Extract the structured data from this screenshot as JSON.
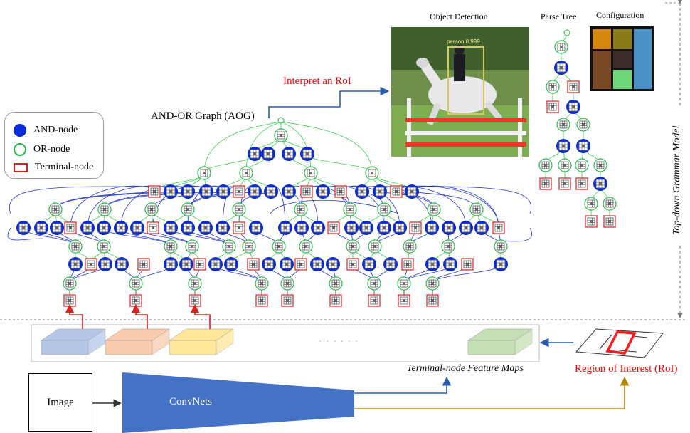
{
  "labels": {
    "object_detection": "Object Detection",
    "parse_tree": "Parse Tree",
    "configuration": "Configuration",
    "interpret_roi": "Interpret an RoI",
    "aog": "AND-OR Graph (AOG)",
    "detection_box": "person 0.999",
    "grammar_model": "Top-down Grammar Model",
    "feature_maps": "Terminal-node Feature Maps",
    "roi": "Region of Interest (RoI)",
    "image": "Image",
    "convnets": "ConvNets",
    "ellipsis": "· · · · · ·"
  },
  "legend": {
    "and_node": "AND-node",
    "or_node": "OR-node",
    "terminal_node": "Terminal-node"
  },
  "colors": {
    "and_node": "#0a2bd9",
    "or_node": "#22bb44",
    "terminal_node": "#e02020",
    "interpret_text": "#ff0000",
    "convnets_fill": "#4472c4",
    "feature_maps": [
      "#b4c7e7",
      "#f8cbad",
      "#ffe699",
      "#c5e0b4"
    ],
    "roi_arrow": "#b8860b",
    "conv_arrow": "#4472c4"
  },
  "icons": [
    "horse-jumping-photo",
    "configuration-grid-icon",
    "roi-partition-icon"
  ]
}
